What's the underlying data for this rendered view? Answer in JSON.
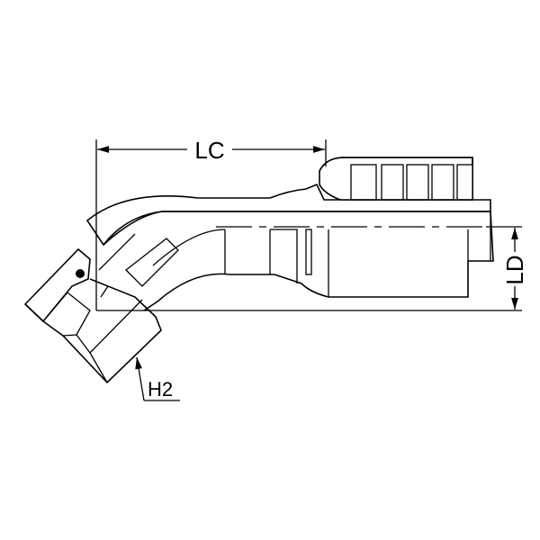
{
  "drawing": {
    "dimensions": {
      "lc": "LC",
      "ld": "LD",
      "h2": "H2"
    },
    "colors": {
      "line": "#000000",
      "background": "#ffffff"
    }
  }
}
